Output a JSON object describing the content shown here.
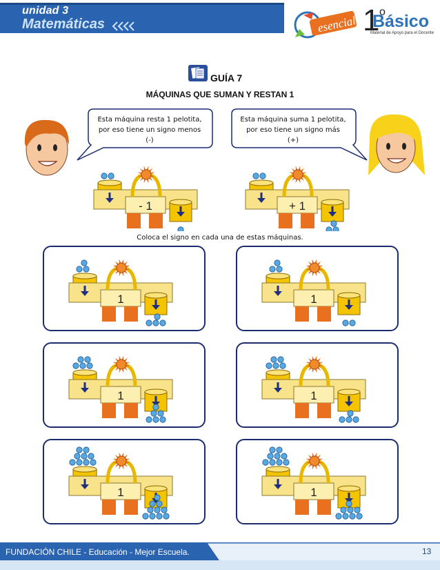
{
  "header": {
    "unit": "unidad 3",
    "subject": "Matemáticas",
    "logo_esencial": "esencial",
    "logo_grade": "1",
    "logo_grade_super": "o",
    "logo_word": "Básico",
    "logo_tagline": "Material de Apoyo para el Docente"
  },
  "guide": {
    "title": "GUÍA 7",
    "subtitle": "MÁQUINAS QUE SUMAN Y RESTAN 1"
  },
  "bubbles": {
    "left": [
      "Esta máquina resta 1 pelotita,",
      "por eso tiene un signo menos",
      "(-)"
    ],
    "right": [
      "Esta máquina suma 1 pelotita,",
      "por eso tiene un signo más",
      "(+)"
    ]
  },
  "examples": [
    {
      "label": "- 1",
      "in_balls": 2,
      "out_balls": 1
    },
    {
      "label": "+ 1",
      "in_balls": 2,
      "out_balls": 3
    }
  ],
  "instruction": "Coloca el signo en cada una de estas máquinas.",
  "exercises": [
    {
      "label": "1",
      "in_balls": 3,
      "out_balls": 4
    },
    {
      "label": "1",
      "in_balls": 3,
      "out_balls": 2
    },
    {
      "label": "1",
      "in_balls": 5,
      "out_balls": 6
    },
    {
      "label": "1",
      "in_balls": 5,
      "out_balls": 4
    },
    {
      "label": "1",
      "in_balls": 9,
      "out_balls": 10
    },
    {
      "label": "1",
      "in_balls": 9,
      "out_balls": 8
    }
  ],
  "footer": {
    "text": "FUNDACIÓN CHILE - Educación - Mejor Escuela.",
    "page": "13"
  },
  "colors": {
    "header_blue": "#2a64b0",
    "machine_yellow": "#f9e38a",
    "bucket_yellow": "#f5c400",
    "leg_orange": "#e8701e",
    "arrow_navy": "#1f2f80",
    "ball_blue": "#5aa8e0",
    "panel_border": "#1a2c6e"
  }
}
